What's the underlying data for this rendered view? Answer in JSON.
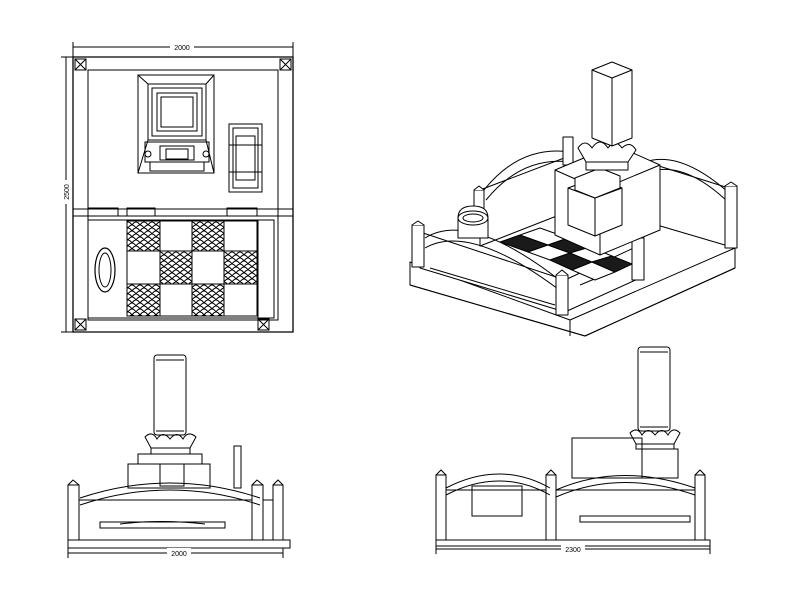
{
  "plan_view": {
    "dim_top": "2000",
    "dim_left": "2500"
  },
  "front_view": {
    "dim_bottom": "2000"
  },
  "side_view": {
    "dim_bottom": "2300"
  },
  "colors": {
    "line": "#000000",
    "background": "#ffffff",
    "tile_dark": "#1a1a1a"
  }
}
